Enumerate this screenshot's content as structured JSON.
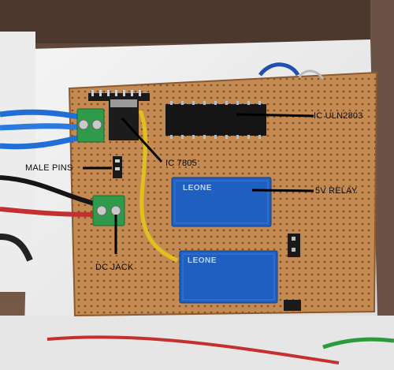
{
  "labels": {
    "ic_uln": "IC ULN2803",
    "ic_7805": "IC 7805",
    "male_pins": "MALE PINS",
    "relay": "5V RELAY",
    "dc_jack": "DC JACK"
  },
  "relay_branding": {
    "top": "LEONE",
    "bottom": "LEONE"
  },
  "colors": {
    "board": "#c48a52",
    "board_dark": "#a8703d",
    "foam": "#f2f2f2",
    "wood": "#5c4436",
    "relay_blue": "#1f5fbf",
    "terminal_green": "#2f9a4a",
    "wire_blue": "#1f6fd6",
    "wire_yellow": "#e0c020",
    "wire_red": "#c43030",
    "wire_black": "#151515"
  }
}
